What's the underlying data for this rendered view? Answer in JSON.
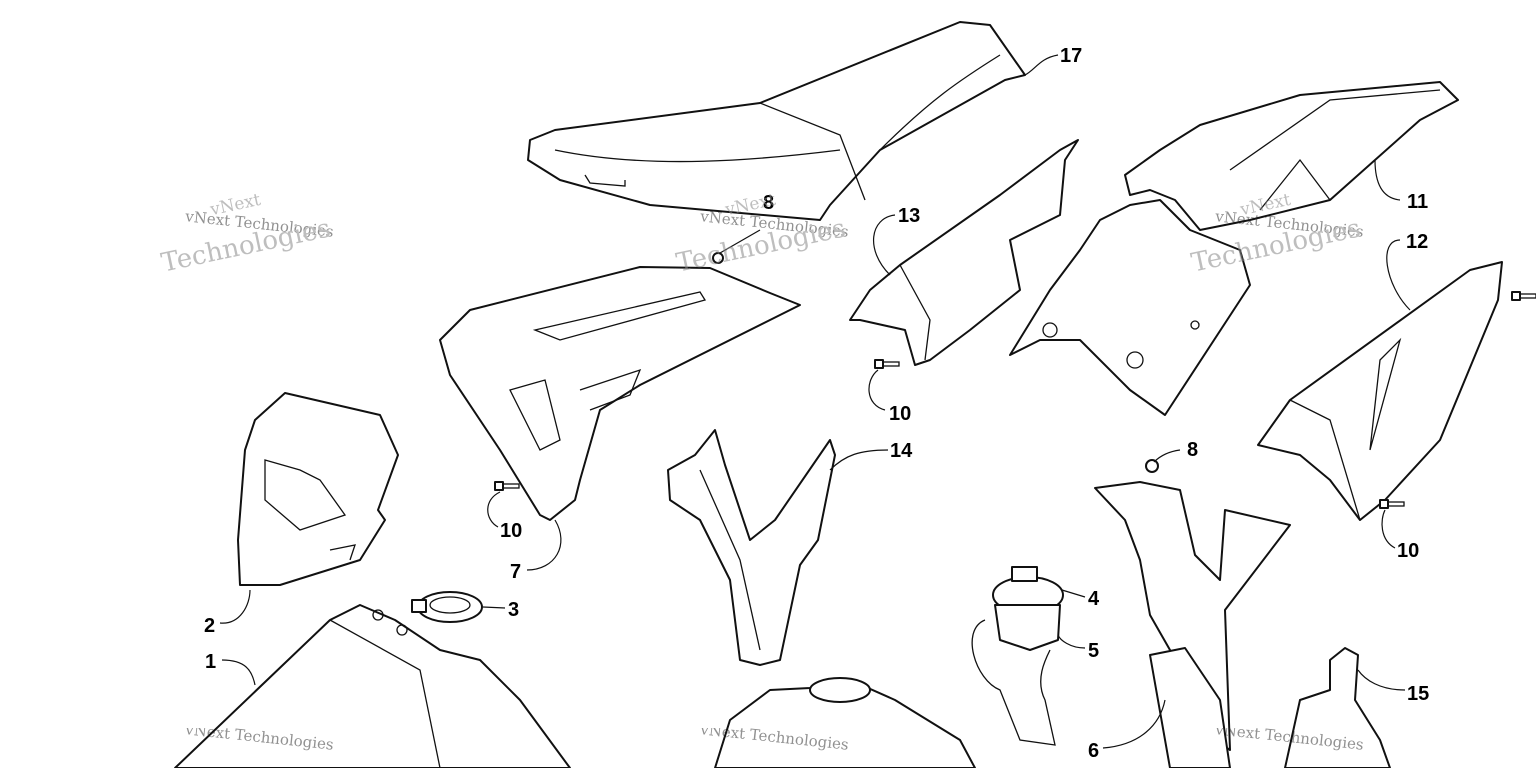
{
  "callouts": [
    {
      "id": "17",
      "label": "17"
    },
    {
      "id": "13",
      "label": "13"
    },
    {
      "id": "11",
      "label": "11"
    },
    {
      "id": "12",
      "label": "12"
    },
    {
      "id": "8a",
      "label": "8"
    },
    {
      "id": "10a",
      "label": "10"
    },
    {
      "id": "10b",
      "label": "10"
    },
    {
      "id": "10c",
      "label": "10"
    },
    {
      "id": "7",
      "label": "7"
    },
    {
      "id": "14",
      "label": "14"
    },
    {
      "id": "8b",
      "label": "8"
    },
    {
      "id": "2",
      "label": "2"
    },
    {
      "id": "3",
      "label": "3"
    },
    {
      "id": "4",
      "label": "4"
    },
    {
      "id": "5",
      "label": "5"
    },
    {
      "id": "1",
      "label": "1"
    },
    {
      "id": "6",
      "label": "6"
    },
    {
      "id": "15",
      "label": "15"
    }
  ],
  "watermark": {
    "line1": "vNext",
    "line2": "vNext Technologies",
    "line3": "Technologies"
  }
}
